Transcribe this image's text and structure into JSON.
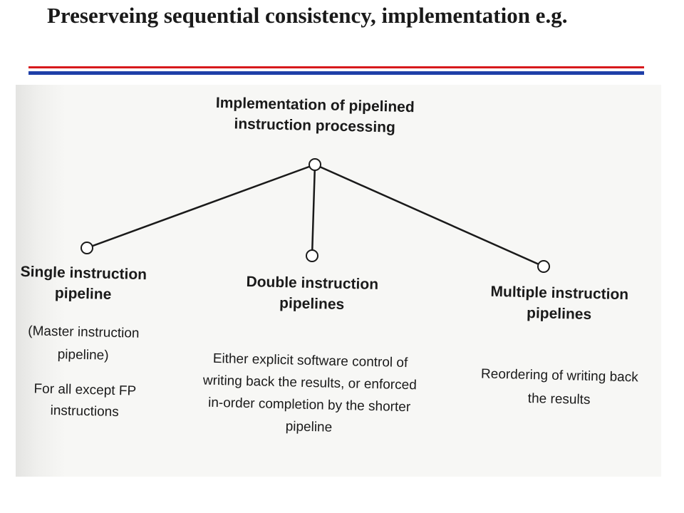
{
  "slide": {
    "title": "Preserveing sequential consistency, implementation e.g."
  },
  "diagram": {
    "root": {
      "label": "Implementation of pipelined instruction processing"
    },
    "branches": [
      {
        "heading": "Single instruction pipeline",
        "subheading": "(Master instruction pipeline)",
        "note": "For all except FP instructions"
      },
      {
        "heading": "Double instruction pipelines",
        "note": "Either explicit software control of writing back the results, or enforced in-order completion by the shorter pipeline"
      },
      {
        "heading": "Multiple instruction pipelines",
        "note": "Reordering of writing back the results"
      }
    ]
  },
  "colors": {
    "rule_red": "#d7191c",
    "rule_blue": "#1f3fa8",
    "ink": "#1a1a1a"
  }
}
